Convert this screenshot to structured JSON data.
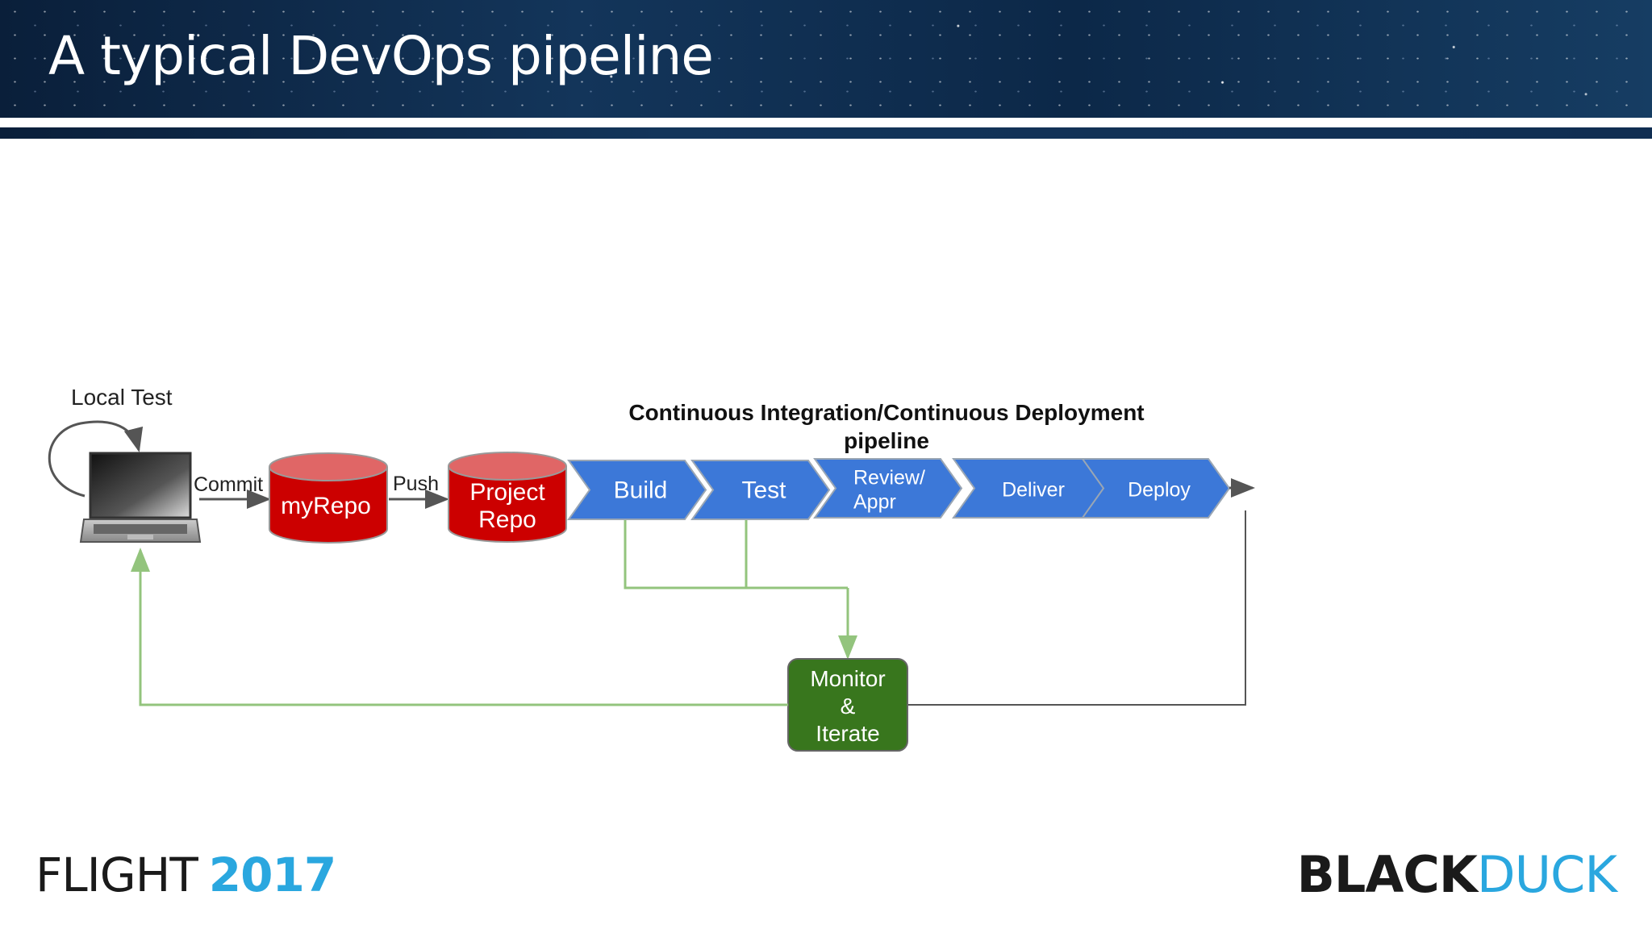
{
  "slide": {
    "title": "A typical DevOps pipeline"
  },
  "diagram": {
    "local_test_label": "Local Test",
    "commit_label": "Commit",
    "push_label": "Push",
    "myrepo_label": "myRepo",
    "project_repo_label": [
      "Project",
      "Repo"
    ],
    "ci_cd_title": [
      "Continuous Integration/Continuous Deployment",
      "pipeline"
    ],
    "stages": [
      {
        "lines": [
          "Build"
        ]
      },
      {
        "lines": [
          "Test"
        ]
      },
      {
        "lines": [
          "Review/",
          "Appr"
        ]
      },
      {
        "lines": [
          "Deliver"
        ]
      },
      {
        "lines": [
          "Deploy"
        ]
      }
    ],
    "monitor_label": [
      "Monitor",
      "&",
      "Iterate"
    ],
    "colors": {
      "stage_fill": "#3c78d8",
      "repo_fill": "#cc0000",
      "repo_top": "#e06666",
      "monitor_fill": "#38761d",
      "feedback_line": "#93c47d"
    }
  },
  "footer": {
    "event": "FLIGHT",
    "year": "2017",
    "brand_black": "BLACK",
    "brand_duck": "DUCK"
  }
}
